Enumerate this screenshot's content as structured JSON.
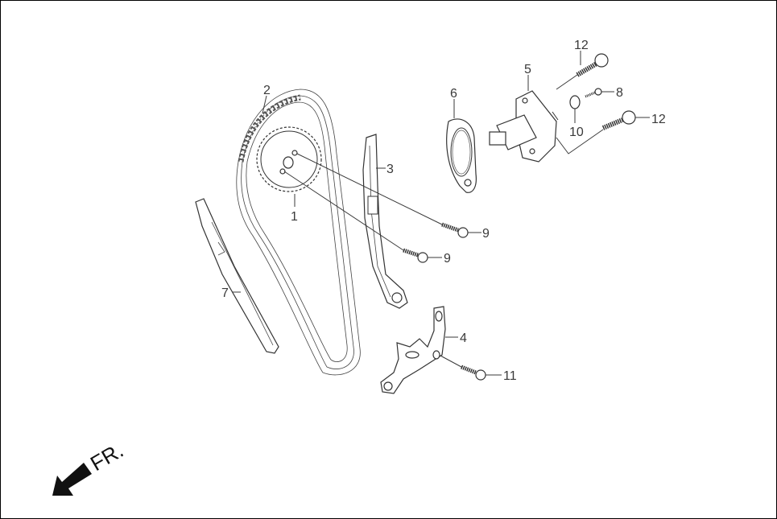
{
  "diagram": {
    "type": "exploded-parts-diagram",
    "subject": "cam chain / timing chain assembly",
    "colors": {
      "line": "#3a3a3a",
      "arrow": "#111111",
      "background": "#ffffff",
      "border": "#000000"
    },
    "direction_indicator": {
      "label": "FR.",
      "icon": "arrow-down-left-icon"
    },
    "callouts": [
      {
        "number": "1",
        "part": "cam sprocket"
      },
      {
        "number": "2",
        "part": "cam chain"
      },
      {
        "number": "3",
        "part": "chain tensioner slipper"
      },
      {
        "number": "4",
        "part": "bracket"
      },
      {
        "number": "5",
        "part": "chain tensioner lifter"
      },
      {
        "number": "6",
        "part": "gasket"
      },
      {
        "number": "7",
        "part": "chain guide"
      },
      {
        "number": "8",
        "part": "sealing bolt"
      },
      {
        "number": "9",
        "part": "flange bolt"
      },
      {
        "number": "9",
        "part": "flange bolt"
      },
      {
        "number": "10",
        "part": "o-ring / washer"
      },
      {
        "number": "11",
        "part": "flange bolt"
      },
      {
        "number": "12",
        "part": "flange bolt"
      },
      {
        "number": "12",
        "part": "flange bolt"
      }
    ]
  }
}
